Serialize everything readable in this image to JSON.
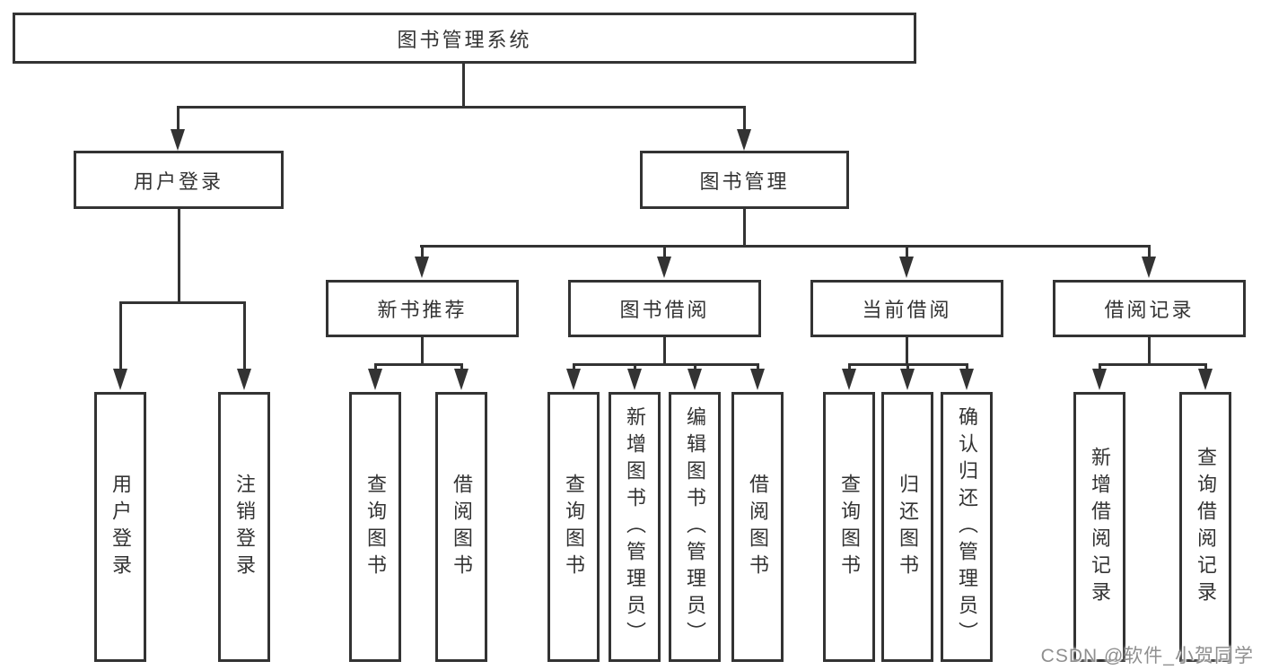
{
  "diagram": {
    "type": "tree-hierarchy",
    "root": "图书管理系统",
    "level2": {
      "user_login": "用户登录",
      "book_management": "图书管理"
    },
    "level3": {
      "new_book_recommend": "新书推荐",
      "book_borrow": "图书借阅",
      "current_borrow": "当前借阅",
      "borrow_record": "借阅记录"
    },
    "leaves": {
      "user_login_children": {
        "login": "用户登录",
        "logout": "注销登录"
      },
      "new_book_recommend_children": {
        "query_books": "查询图书",
        "borrow_books": "借阅图书"
      },
      "book_borrow_children": {
        "query_books": "查询图书",
        "add_books_admin": "新增图书（管理员）",
        "edit_books_admin": "编辑图书（管理员）",
        "borrow_books": "借阅图书"
      },
      "current_borrow_children": {
        "query_books": "查询图书",
        "return_books": "归还图书",
        "confirm_return_admin": "确认归还（管理员）"
      },
      "borrow_record_children": {
        "add_borrow_record": "新增借阅记录",
        "query_borrow_record": "查询借阅记录"
      }
    },
    "edges": [
      "图书管理系统 -> 用户登录",
      "图书管理系统 -> 图书管理",
      "用户登录 -> 用户登录",
      "用户登录 -> 注销登录",
      "图书管理 -> 新书推荐",
      "图书管理 -> 图书借阅",
      "图书管理 -> 当前借阅",
      "图书管理 -> 借阅记录",
      "新书推荐 -> 查询图书",
      "新书推荐 -> 借阅图书",
      "图书借阅 -> 查询图书",
      "图书借阅 -> 新增图书（管理员）",
      "图书借阅 -> 编辑图书（管理员）",
      "图书借阅 -> 借阅图书",
      "当前借阅 -> 查询图书",
      "当前借阅 -> 归还图书",
      "当前借阅 -> 确认归还（管理员）",
      "借阅记录 -> 新增借阅记录",
      "借阅记录 -> 查询借阅记录"
    ],
    "watermark": "CSDN @软件_小贺同学",
    "colors": {
      "line": "#333333",
      "text": "#333333",
      "watermark": "#8f8f8f",
      "background": "#ffffff"
    }
  }
}
